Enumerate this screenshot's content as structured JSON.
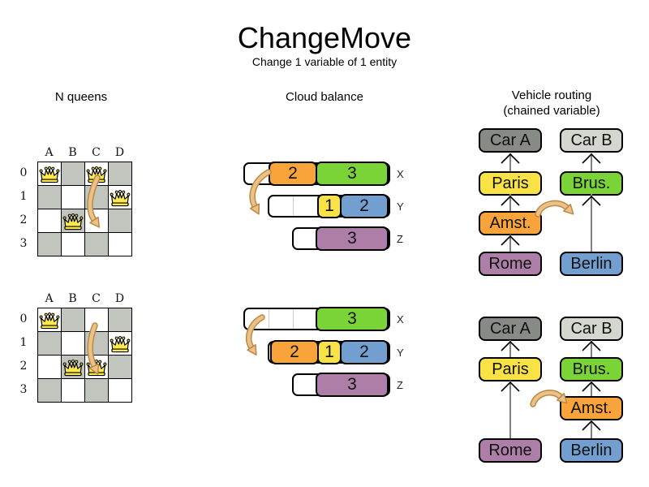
{
  "title": "ChangeMove",
  "subtitle": "Change 1 variable of 1 entity",
  "sections": {
    "nqueens": {
      "title": "N queens",
      "columns": [
        "A",
        "B",
        "C",
        "D"
      ],
      "rows": [
        "0",
        "1",
        "2",
        "3"
      ],
      "before": {
        "queens": [
          "A0",
          "C0",
          "D1",
          "B2"
        ]
      },
      "after": {
        "queens": [
          "A0",
          "D1",
          "B2",
          "C2"
        ]
      }
    },
    "cloud": {
      "title": "Cloud balance",
      "before": [
        {
          "label": "X",
          "capacity": 6,
          "blocks": [
            {
              "value": "2",
              "color": "orange"
            },
            {
              "value": "3",
              "color": "green"
            }
          ]
        },
        {
          "label": "Y",
          "capacity": 5,
          "blocks": [
            {
              "value": "1",
              "color": "yellow"
            },
            {
              "value": "2",
              "color": "blue"
            }
          ]
        },
        {
          "label": "Z",
          "capacity": 4,
          "blocks": [
            {
              "value": "3",
              "color": "purple"
            }
          ]
        }
      ],
      "after": [
        {
          "label": "X",
          "capacity": 6,
          "blocks": [
            {
              "value": "3",
              "color": "green"
            }
          ]
        },
        {
          "label": "Y",
          "capacity": 5,
          "blocks": [
            {
              "value": "2",
              "color": "orange"
            },
            {
              "value": "1",
              "color": "yellow"
            },
            {
              "value": "2",
              "color": "blue"
            }
          ]
        },
        {
          "label": "Z",
          "capacity": 4,
          "blocks": [
            {
              "value": "3",
              "color": "purple"
            }
          ]
        }
      ]
    },
    "vehicle": {
      "title": "Vehicle routing",
      "subtitle": "(chained variable)",
      "before": {
        "left": [
          "Car A",
          "Paris",
          "Amst.",
          "Rome"
        ],
        "right": [
          "Car B",
          "Brus.",
          "Berlin"
        ]
      },
      "after": {
        "left": [
          "Car A",
          "Paris",
          "Rome"
        ],
        "right": [
          "Car B",
          "Brus.",
          "Amst.",
          "Berlin"
        ]
      }
    }
  },
  "colors": {
    "orange": "#f9a43b",
    "green": "#7ad337",
    "yellow": "#f8e245",
    "blue": "#729fcf",
    "purple": "#ad7fa8",
    "car_a": "#888a85",
    "car_b": "#d3d7cf",
    "board_dark": "#c1c5bd",
    "queen": "#fce94f",
    "move_arrow": "#ecc089",
    "move_arrow_border": "#b98a44"
  }
}
